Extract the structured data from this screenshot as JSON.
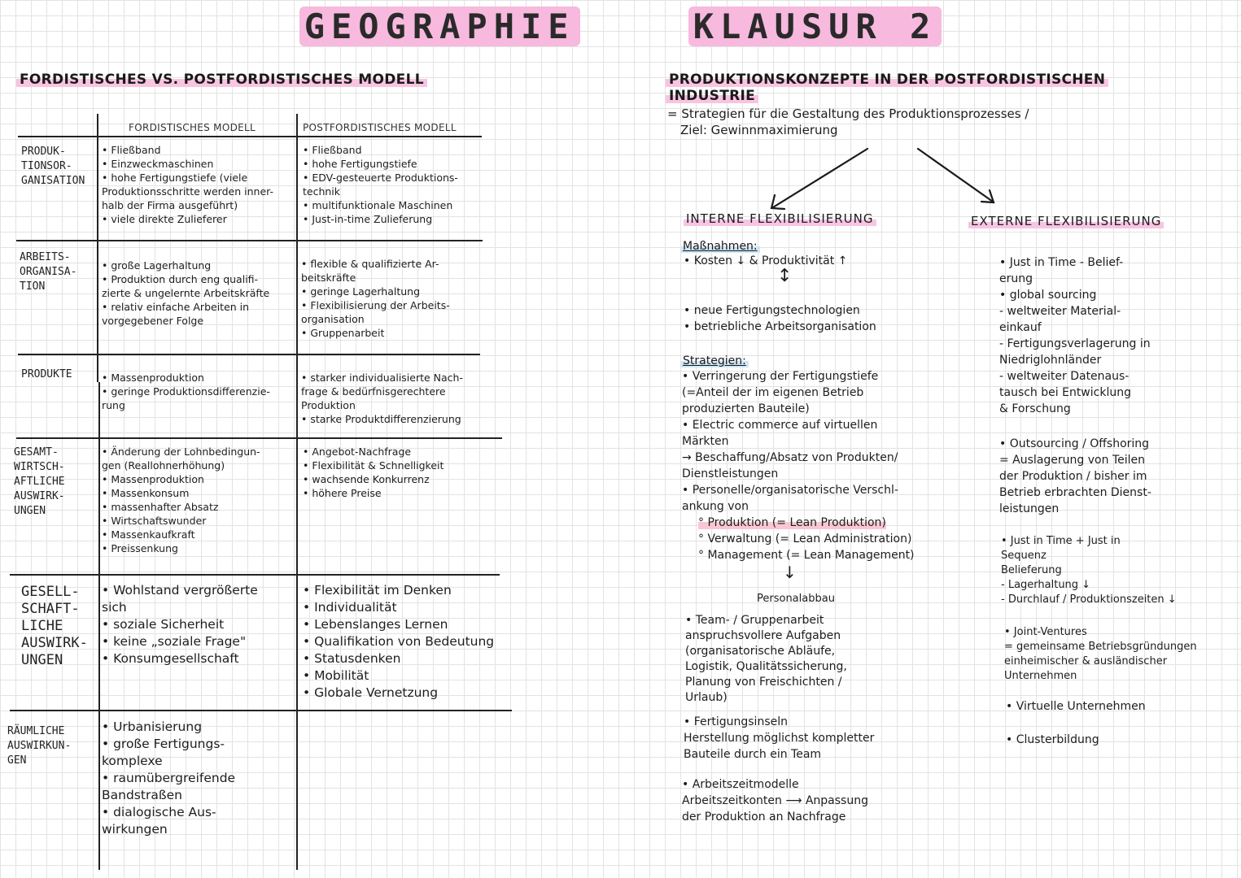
{
  "title": {
    "word1": "GEOGRAPHIE",
    "word2": "KLAUSUR 2"
  },
  "left": {
    "heading": "FORDISTISCHES VS. POSTFORDISTISCHES MODELL",
    "col_fordist": "FORDISTISCHES MODELL",
    "col_postfordist": "POSTFORDISTISCHES MODELL",
    "rows": [
      {
        "label": "PRODUK-\nTIONSOR-\nGANISATION",
        "fordist": [
          "• Fließband",
          "• Einzweckmaschinen",
          "• hohe Fertigungstiefe (viele",
          "Produktionsschritte werden inner-",
          "halb der Firma ausgeführt)",
          "• viele direkte Zulieferer"
        ],
        "postfordist": [
          "• Fließband",
          "• hohe Fertigungstiefe",
          "• EDV-gesteuerte Produktions-",
          "technik",
          "• multifunktionale Maschinen",
          "• Just-in-time Zulieferung"
        ]
      },
      {
        "label": "ARBEITS-\nORGANISA-\nTION",
        "fordist": [
          "• große Lagerhaltung",
          "• Produktion durch eng qualifi-",
          "zierte & ungelernte Arbeitskräfte",
          "• relativ einfache Arbeiten in",
          "vorgegebener Folge"
        ],
        "postfordist": [
          "• flexible & qualifizierte Ar-",
          "beitskräfte",
          "• geringe Lagerhaltung",
          "• Flexibilisierung der Arbeits-",
          "organisation",
          "• Gruppenarbeit"
        ]
      },
      {
        "label": "PRODUKTE",
        "fordist": [
          "• Massenproduktion",
          "• geringe Produktionsdifferenzie-",
          "rung"
        ],
        "postfordist": [
          "• starker individualisierte Nach-",
          "frage & bedürfnisgerechtere",
          "Produktion",
          "• starke Produktdifferenzierung"
        ]
      },
      {
        "label": "GESAMT-\nWIRTSCH-\nAFTLICHE\nAUSWIRK-\nUNGEN",
        "fordist": [
          "• Änderung der Lohnbedingun-",
          "gen (Reallohnerhöhung)",
          "• Massenproduktion",
          "• Massenkonsum",
          "• massenhafter Absatz",
          "• Wirtschaftswunder",
          "• Massenkaufkraft",
          "• Preissenkung"
        ],
        "postfordist": [
          "• Angebot-Nachfrage",
          "• Flexibilität & Schnelligkeit",
          "• wachsende Konkurrenz",
          "• höhere Preise"
        ]
      },
      {
        "label": "GESELL-\nSCHAFT-\nLICHE\nAUSWIRK-\nUNGEN",
        "fordist": [
          "• Wohlstand vergrößerte",
          "sich",
          "• soziale Sicherheit",
          "• keine „soziale Frage\"",
          "• Konsumgesellschaft"
        ],
        "postfordist": [
          "• Flexibilität im Denken",
          "• Individualität",
          "• Lebenslanges Lernen",
          "• Qualifikation von Bedeutung",
          "• Statusdenken",
          "• Mobilität",
          "• Globale Vernetzung"
        ]
      },
      {
        "label": "RÄUMLICHE\nAUSWIRKUN-\nGEN",
        "fordist": [
          "• Urbanisierung",
          "• große Fertigungs-",
          "komplexe",
          "• raumübergreifende",
          "Bandstraßen",
          "• dialogische Aus-",
          "wirkungen"
        ],
        "postfordist": []
      }
    ]
  },
  "right": {
    "heading_line1": "PRODUKTIONSKONZEPTE IN DER POSTFORDISTISCHEN",
    "heading_line2": "INDUSTRIE",
    "intro": [
      "= Strategien für die Gestaltung des Produktionsprozesses /",
      "Ziel: Gewinnmaximierung"
    ],
    "internal": {
      "title": "INTERNE FLEXIBILISIERUNG",
      "measures_label": "Maßnahmen:",
      "measure1": "• Kosten ↓ & Produktivität ↑",
      "updown": "↕",
      "measures": [
        "• neue Fertigungstechnologien",
        "• betriebliche Arbeitsorganisation"
      ],
      "strategies_label": "Strategien:",
      "strategies": [
        "• Verringerung der Fertigungstiefe",
        "(=Anteil der im eigenen Betrieb",
        "produzierten Bauteile)",
        "• Electric commerce auf virtuellen",
        "Märkten",
        "→ Beschaffung/Absatz von Produkten/",
        "Dienstleistungen",
        "• Personelle/organisatorische Verschl-",
        "ankung von"
      ],
      "lean_1": "° Produktion (= Lean Produktion)",
      "lean_2": "° Verwaltung (= Lean Administration)",
      "lean_3": "° Management (= Lean Management)",
      "down": "↓",
      "personnel": "Personalabbau",
      "team": [
        "• Team- / Gruppenarbeit",
        "anspruchsvollere Aufgaben",
        "(organisatorische Abläufe,",
        "Logistik, Qualitätssicherung,",
        "Planung von Freischichten /",
        "Urlaub)"
      ],
      "islands": [
        "• Fertigungsinseln",
        "Herstellung möglichst kompletter",
        "Bauteile durch ein Team"
      ],
      "worktime": [
        "• Arbeitszeitmodelle",
        "Arbeitszeitkonten ⟶ Anpassung",
        "der Produktion an Nachfrage"
      ]
    },
    "external": {
      "title": "EXTERNE FLEXIBILISIERUNG",
      "block1": [
        "• Just in Time - Belief-",
        "erung",
        "• global sourcing",
        "- weltweiter Material-",
        "einkauf",
        "- Fertigungsverlagerung in",
        "Niedriglohnländer",
        "- weltweiter Datenaus-",
        "tausch bei Entwicklung",
        "& Forschung"
      ],
      "block2": [
        "• Outsourcing / Offshoring",
        "= Auslagerung von Teilen",
        "der Produktion / bisher im",
        "Betrieb erbrachten Dienst-",
        "leistungen"
      ],
      "block3": [
        "• Just in Time + Just in",
        "Sequenz",
        "Belieferung",
        "- Lagerhaltung ↓",
        "- Durchlauf / Produktionszeiten ↓"
      ],
      "block4": [
        "• Joint-Ventures",
        "= gemeinsame Betriebsgründungen",
        "einheimischer & ausländischer",
        "Unternehmen"
      ],
      "block5": [
        "• Virtuelle Unternehmen"
      ],
      "block6": [
        "• Clusterbildung"
      ]
    }
  }
}
